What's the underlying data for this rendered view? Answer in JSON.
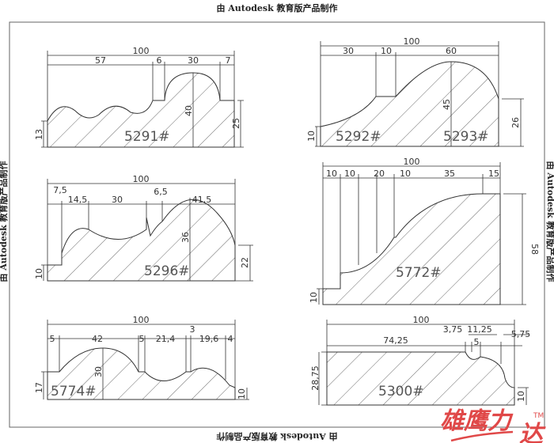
{
  "watermark": "由 Autodesk 教育版产品制作",
  "logo": {
    "text1": "雄鹰力",
    "text2": "达",
    "tm": "TM",
    "color": "#e04848"
  },
  "profiles": {
    "p5291": {
      "label": "5291#",
      "dims": [
        "100",
        "57",
        "6",
        "30",
        "7",
        "40",
        "25",
        "13"
      ]
    },
    "p5292": {
      "label": "5292#",
      "label2": "5293#",
      "dims": [
        "100",
        "30",
        "10",
        "60",
        "45",
        "26",
        "10"
      ]
    },
    "p5296": {
      "label": "5296#",
      "dims": [
        "100",
        "7,5",
        "14,5",
        "30",
        "6,5",
        "41,5",
        "36",
        "22",
        "10"
      ]
    },
    "p5772": {
      "label": "5772#",
      "dims": [
        "100",
        "10",
        "10",
        "20",
        "10",
        "35",
        "15",
        "58",
        "10"
      ]
    },
    "p5774": {
      "label": "5774#",
      "dims": [
        "100",
        "5",
        "42",
        "5",
        "21,4",
        "3",
        "19,6",
        "4",
        "30",
        "17",
        "10"
      ]
    },
    "p5300": {
      "label": "5300#",
      "dims": [
        "100",
        "74,25",
        "3,75",
        "11,25",
        "5",
        "5,75",
        "28,75",
        "10"
      ]
    }
  }
}
